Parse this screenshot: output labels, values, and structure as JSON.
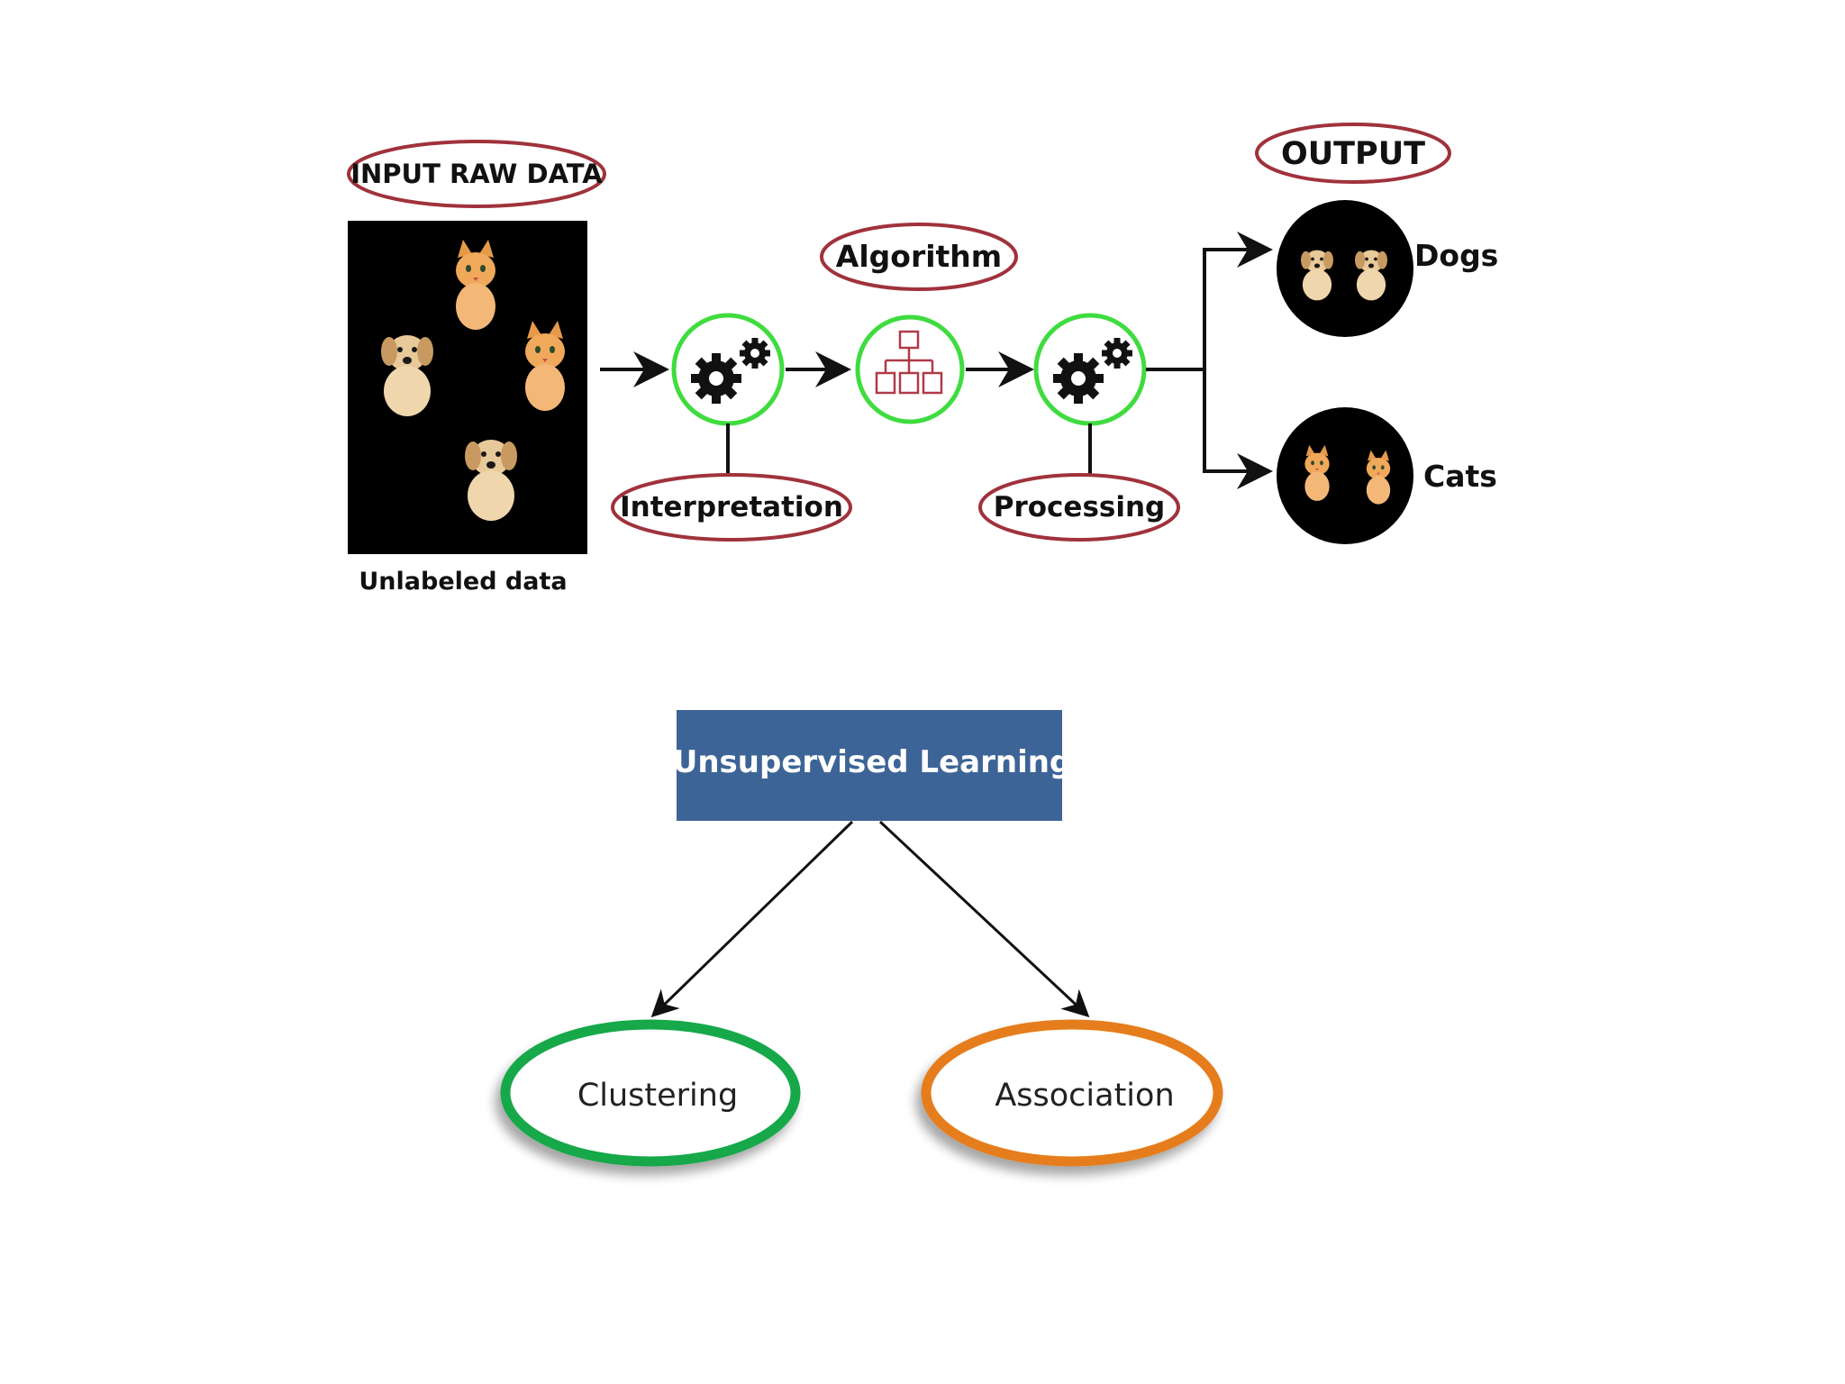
{
  "flow": {
    "input_label": "INPUT RAW DATA",
    "unlabeled_caption": "Unlabeled data",
    "interpretation_label": "Interpretation",
    "algorithm_label": "Algorithm",
    "processing_label": "Processing",
    "output_label": "OUTPUT",
    "dogs_label": "Dogs",
    "cats_label": "Cats"
  },
  "tree": {
    "root_label": "Unsupervised Learning",
    "left_label": "Clustering",
    "right_label": "Association"
  },
  "colors": {
    "pill_outline": "#a0323c",
    "gear_ring": "#3fdc3f",
    "root_box": "#3d6496",
    "clustering_ring": "#17a84a",
    "association_ring": "#e67d1e",
    "photo_bg": "#000000",
    "arrow": "#111111"
  },
  "icons": {
    "gear": "gears-icon",
    "hierarchy": "org-chart-icon",
    "dog": "dog-photo",
    "cat": "cat-photo"
  }
}
